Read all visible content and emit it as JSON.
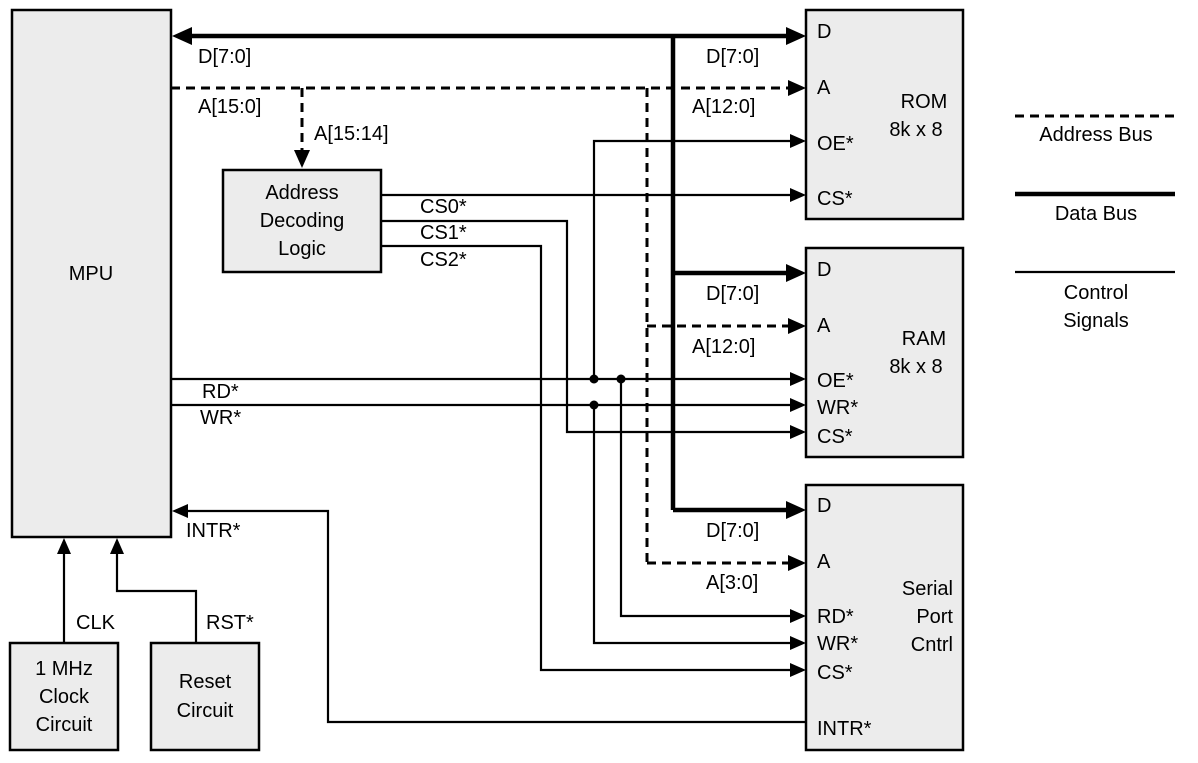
{
  "blocks": {
    "mpu": "MPU",
    "decoder": [
      "Address",
      "Decoding",
      "Logic"
    ],
    "clock": [
      "1 MHz",
      "Clock",
      "Circuit"
    ],
    "reset": [
      "Reset",
      "Circuit"
    ],
    "rom": {
      "title": "ROM",
      "size": "8k x 8",
      "pins": [
        "D",
        "A",
        "OE*",
        "CS*"
      ]
    },
    "ram": {
      "title": "RAM",
      "size": "8k x 8",
      "pins": [
        "D",
        "A",
        "OE*",
        "WR*",
        "CS*"
      ]
    },
    "serial": {
      "title": [
        "Serial",
        "Port",
        "Cntrl"
      ],
      "pins": [
        "D",
        "A",
        "RD*",
        "WR*",
        "CS*",
        "INTR*"
      ]
    }
  },
  "signals": {
    "d_main": "D[7:0]",
    "a_main": "A[15:0]",
    "a_hi": "A[15:14]",
    "rom_d": "D[7:0]",
    "rom_a": "A[12:0]",
    "ram_d": "D[7:0]",
    "ram_a": "A[12:0]",
    "ser_d": "D[7:0]",
    "ser_a": "A[3:0]",
    "cs0": "CS0*",
    "cs1": "CS1*",
    "cs2": "CS2*",
    "rd": "RD*",
    "wr": "WR*",
    "intr": "INTR*",
    "clk": "CLK",
    "rst": "RST*"
  },
  "legend": [
    {
      "style": "dashed-thick",
      "label": [
        "Address Bus"
      ]
    },
    {
      "style": "solid-thick",
      "label": [
        "Data Bus"
      ]
    },
    {
      "style": "solid-thin",
      "label": [
        "Control",
        "Signals"
      ]
    }
  ]
}
